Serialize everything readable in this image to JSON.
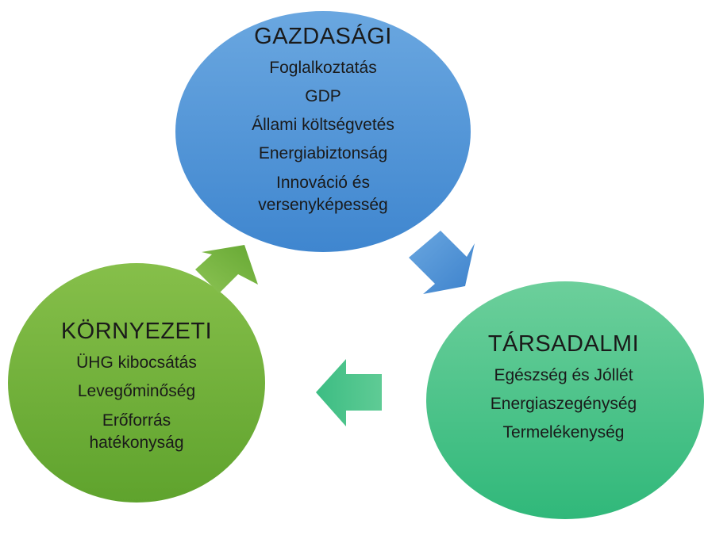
{
  "colors": {
    "economic": "#5b9bd5",
    "social": "#3fbf86",
    "environmental": "#74b03c"
  },
  "economic": {
    "title": "GAZDASÁGI",
    "items": [
      "Foglalkoztatás",
      "GDP",
      "Állami költségvetés",
      "Energiabiztonság",
      "Innováció és versenyképesség"
    ]
  },
  "social": {
    "title": "TÁRSADALMI",
    "items": [
      "Egészség és Jóllét",
      "Energiaszegénység",
      "Termelékenység"
    ]
  },
  "environmental": {
    "title": "KÖRNYEZETI",
    "items": [
      "ÜHG kibocsátás",
      "Levegőminőség",
      "Erőforrás hatékonyság"
    ]
  }
}
